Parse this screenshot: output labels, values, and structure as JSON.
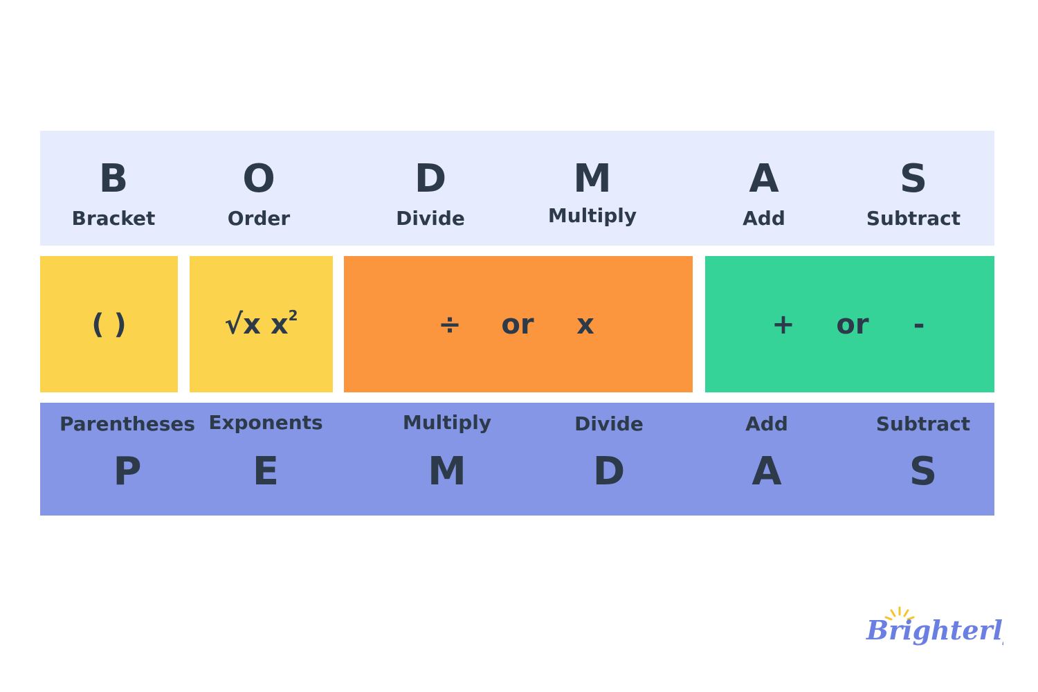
{
  "bodmas": [
    {
      "letter": "B",
      "word": "Bracket"
    },
    {
      "letter": "O",
      "word": "Order"
    },
    {
      "letter": "D",
      "word": "Divide"
    },
    {
      "letter": "M",
      "word": "Multiply"
    },
    {
      "letter": "A",
      "word": "Add"
    },
    {
      "letter": "S",
      "word": "Subtract"
    }
  ],
  "symbols": {
    "brackets": "( )",
    "root": "√x",
    "power_base": "x",
    "power_exp": "2",
    "div": "÷",
    "or1": "or",
    "mul": "x",
    "plus": "+",
    "or2": "or",
    "minus": "-"
  },
  "pemdas": [
    {
      "letter": "P",
      "word": "Parentheses"
    },
    {
      "letter": "E",
      "word": "Exponents"
    },
    {
      "letter": "M",
      "word": "Multiply"
    },
    {
      "letter": "D",
      "word": "Divide"
    },
    {
      "letter": "A",
      "word": "Add"
    },
    {
      "letter": "S",
      "word": "Subtract"
    }
  ],
  "brand": {
    "name": "Brighterly",
    "text_color": "#6b7fe3",
    "sun_color": "#f6c32b"
  },
  "colors": {
    "bodmas_band": "#e6ecfd",
    "pemdas_band": "#8696e6",
    "yellow": "#fbd34d",
    "orange": "#fb963f",
    "green": "#36d399",
    "text": "#2d3a4a"
  }
}
